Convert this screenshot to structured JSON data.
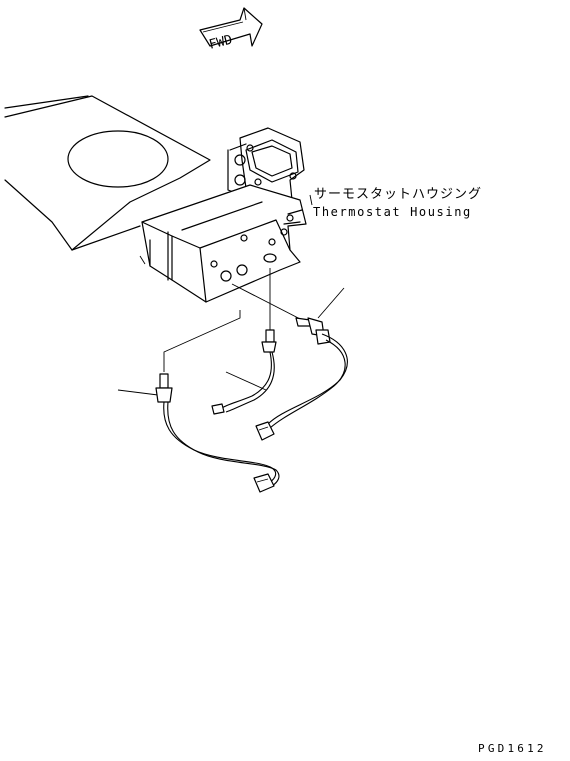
{
  "fwd_label": "FWD",
  "callout": {
    "japanese": "サーモスタットハウジング",
    "english": "Thermostat Housing"
  },
  "drawing_code": "PGD1612"
}
